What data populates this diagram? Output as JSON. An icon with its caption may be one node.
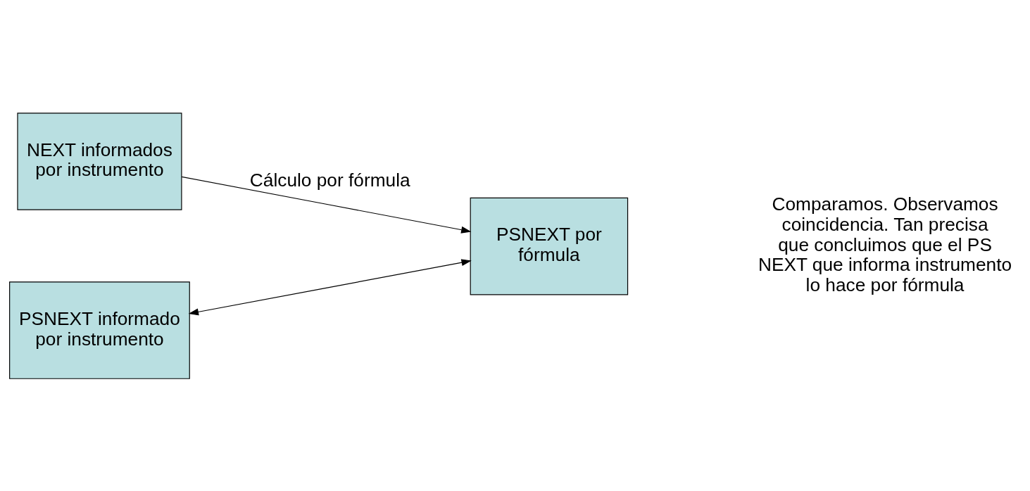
{
  "diagram": {
    "nodes": [
      {
        "text": [
          "NEXT informados por instrumento"
        ]
      },
      {
        "text": [
          "PSNEXT por fórmula"
        ]
      },
      {
        "text": [
          "PSNEXT informado por instrumento"
        ]
      }
    ],
    "edges": [
      {
        "from": 0,
        "to": 1,
        "arrow": "to",
        "label": "Cálculo por fórmula"
      },
      {
        "from": 2,
        "to": 1,
        "arrow": "both"
      }
    ],
    "labels": [
      "Comparamos. Observamos coincidencia. Tan precisa que concluimos que el PS NEXT que informa instrumento lo hace por fórmula"
    ]
  }
}
